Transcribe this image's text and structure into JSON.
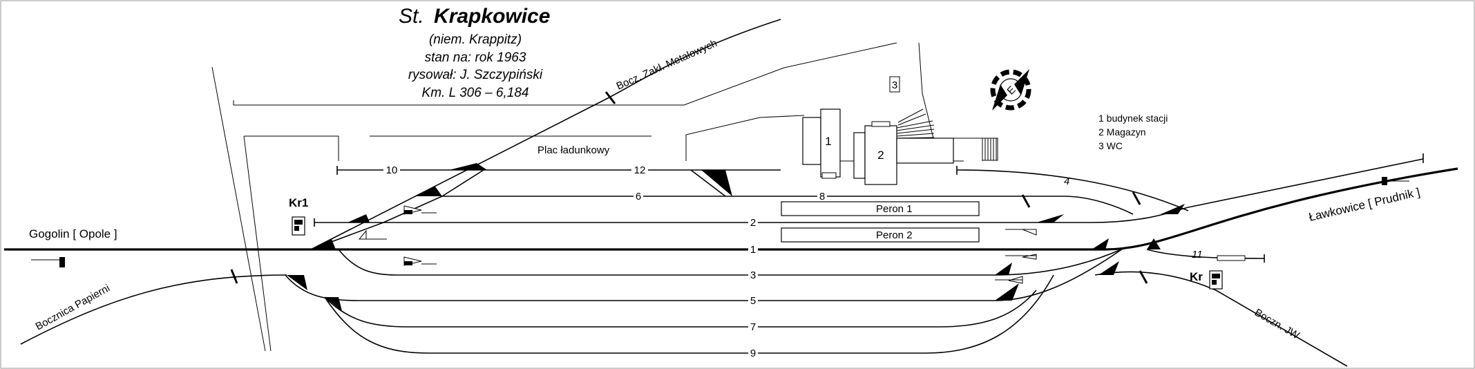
{
  "header": {
    "title_prefix": "St.",
    "title_name": "Krapkowice",
    "lines": [
      "(niem. Krappitz)",
      "stan na: rok 1963",
      "rysował: J. Szczypiński",
      "Km. L 306 – 6,184"
    ]
  },
  "destinations": {
    "west": "Gogolin [ Opole ]",
    "east": "Ławkowice [ Prudnik ]"
  },
  "sidings": {
    "metal": "Bocz. Zakł. Metalowych",
    "paper": "Bocznica Papierni",
    "jw": "Boczn. JW"
  },
  "areas": {
    "loading": "Plac ładunkowy",
    "platform1": "Peron 1",
    "platform2": "Peron 2"
  },
  "buildings": {
    "b1": "1",
    "b2": "2",
    "b3": "3"
  },
  "legend": [
    "1 budynek stacji",
    "2 Magazyn",
    "3 WC"
  ],
  "tracks": {
    "t1": "1",
    "t2": "2",
    "t3": "3",
    "t4": "4",
    "t5": "5",
    "t6": "6",
    "t7": "7",
    "t8": "8",
    "t9": "9",
    "t10": "10",
    "t11": "11",
    "t12": "12"
  },
  "signals": {
    "west": "Kr1",
    "east": "Kr"
  },
  "compass": {
    "letter": "E"
  }
}
